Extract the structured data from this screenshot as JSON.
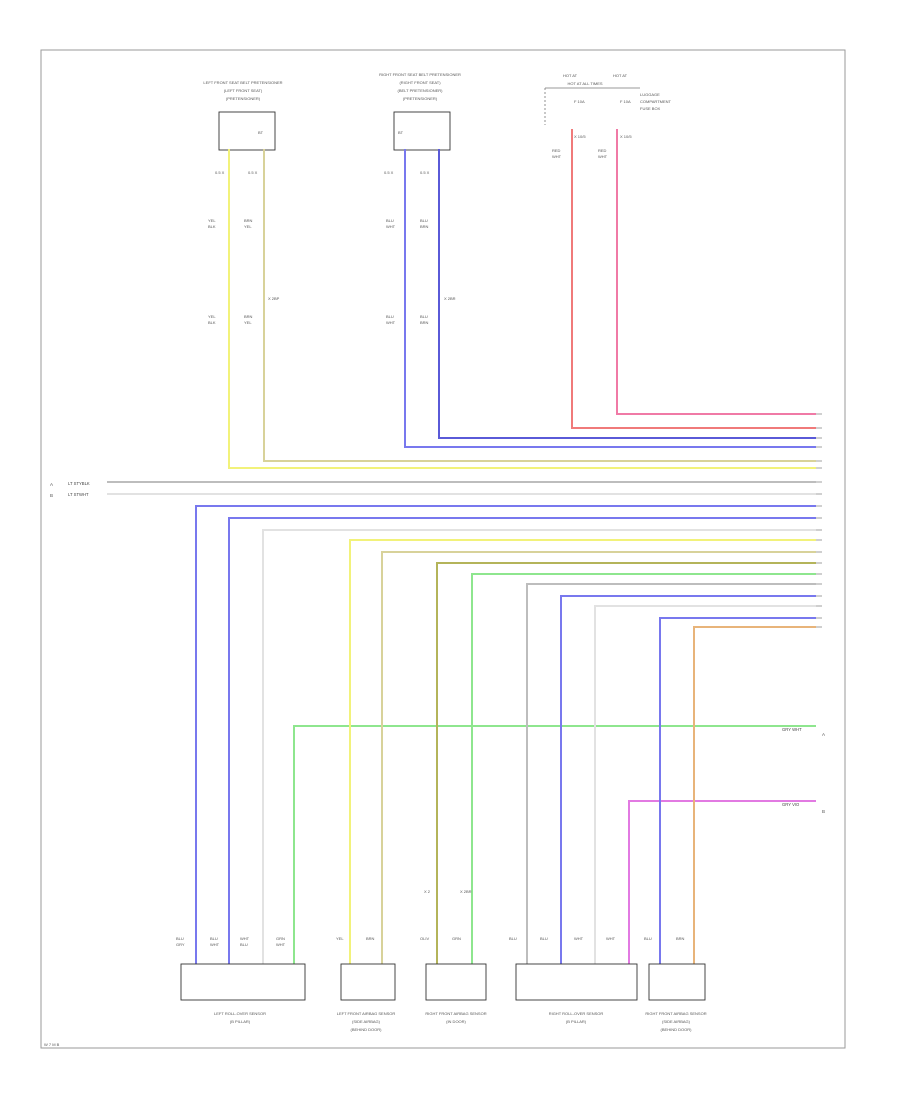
{
  "diagram": {
    "footer_code": "W 7 M B",
    "colors": {
      "yellow": "#f2f27a",
      "khaki": "#d8d29a",
      "blue": "#7878ee",
      "navy": "#5a5ad8",
      "red": "#f07a7a",
      "pink": "#f07aa6",
      "orange": "#e8b47a",
      "white": "#e2e2e2",
      "green": "#8ee68e",
      "olive": "#b4b45a",
      "magenta": "#e27ae2",
      "gray": "#bdbdbd"
    },
    "top_components": [
      {
        "id": "c1",
        "title": "LEFT FRONT SEAT BELT PRETENSIONER"
      },
      {
        "id": "c2",
        "title": "RIGHT FRONT SEAT BELT PRETENSIONER"
      },
      {
        "id": "c3",
        "title": "HOT AT ALL TIMES"
      }
    ],
    "bottom_components": [
      {
        "id": "b1",
        "title": "LEFT ROLL-OVER SENSOR"
      },
      {
        "id": "b2",
        "title": "LEFT FRONT AIRBAG SENSOR"
      },
      {
        "id": "b3",
        "title": "RIGHT FRONT AIRBAG SENSOR"
      },
      {
        "id": "b4",
        "title": "RIGHT ROLL-OVER SENSOR"
      },
      {
        "id": "b5",
        "title": "RIGHT FRONT AIRBAG SENSOR"
      }
    ],
    "left_side_labels": [
      {
        "pin": "A",
        "text": "LT STYBLK"
      },
      {
        "pin": "B",
        "text": "LT STWHT"
      }
    ],
    "right_side_labels": [
      {
        "pin": "A",
        "text": "GRY WHT"
      },
      {
        "pin": "B",
        "text": "GRY VIO"
      }
    ]
  }
}
